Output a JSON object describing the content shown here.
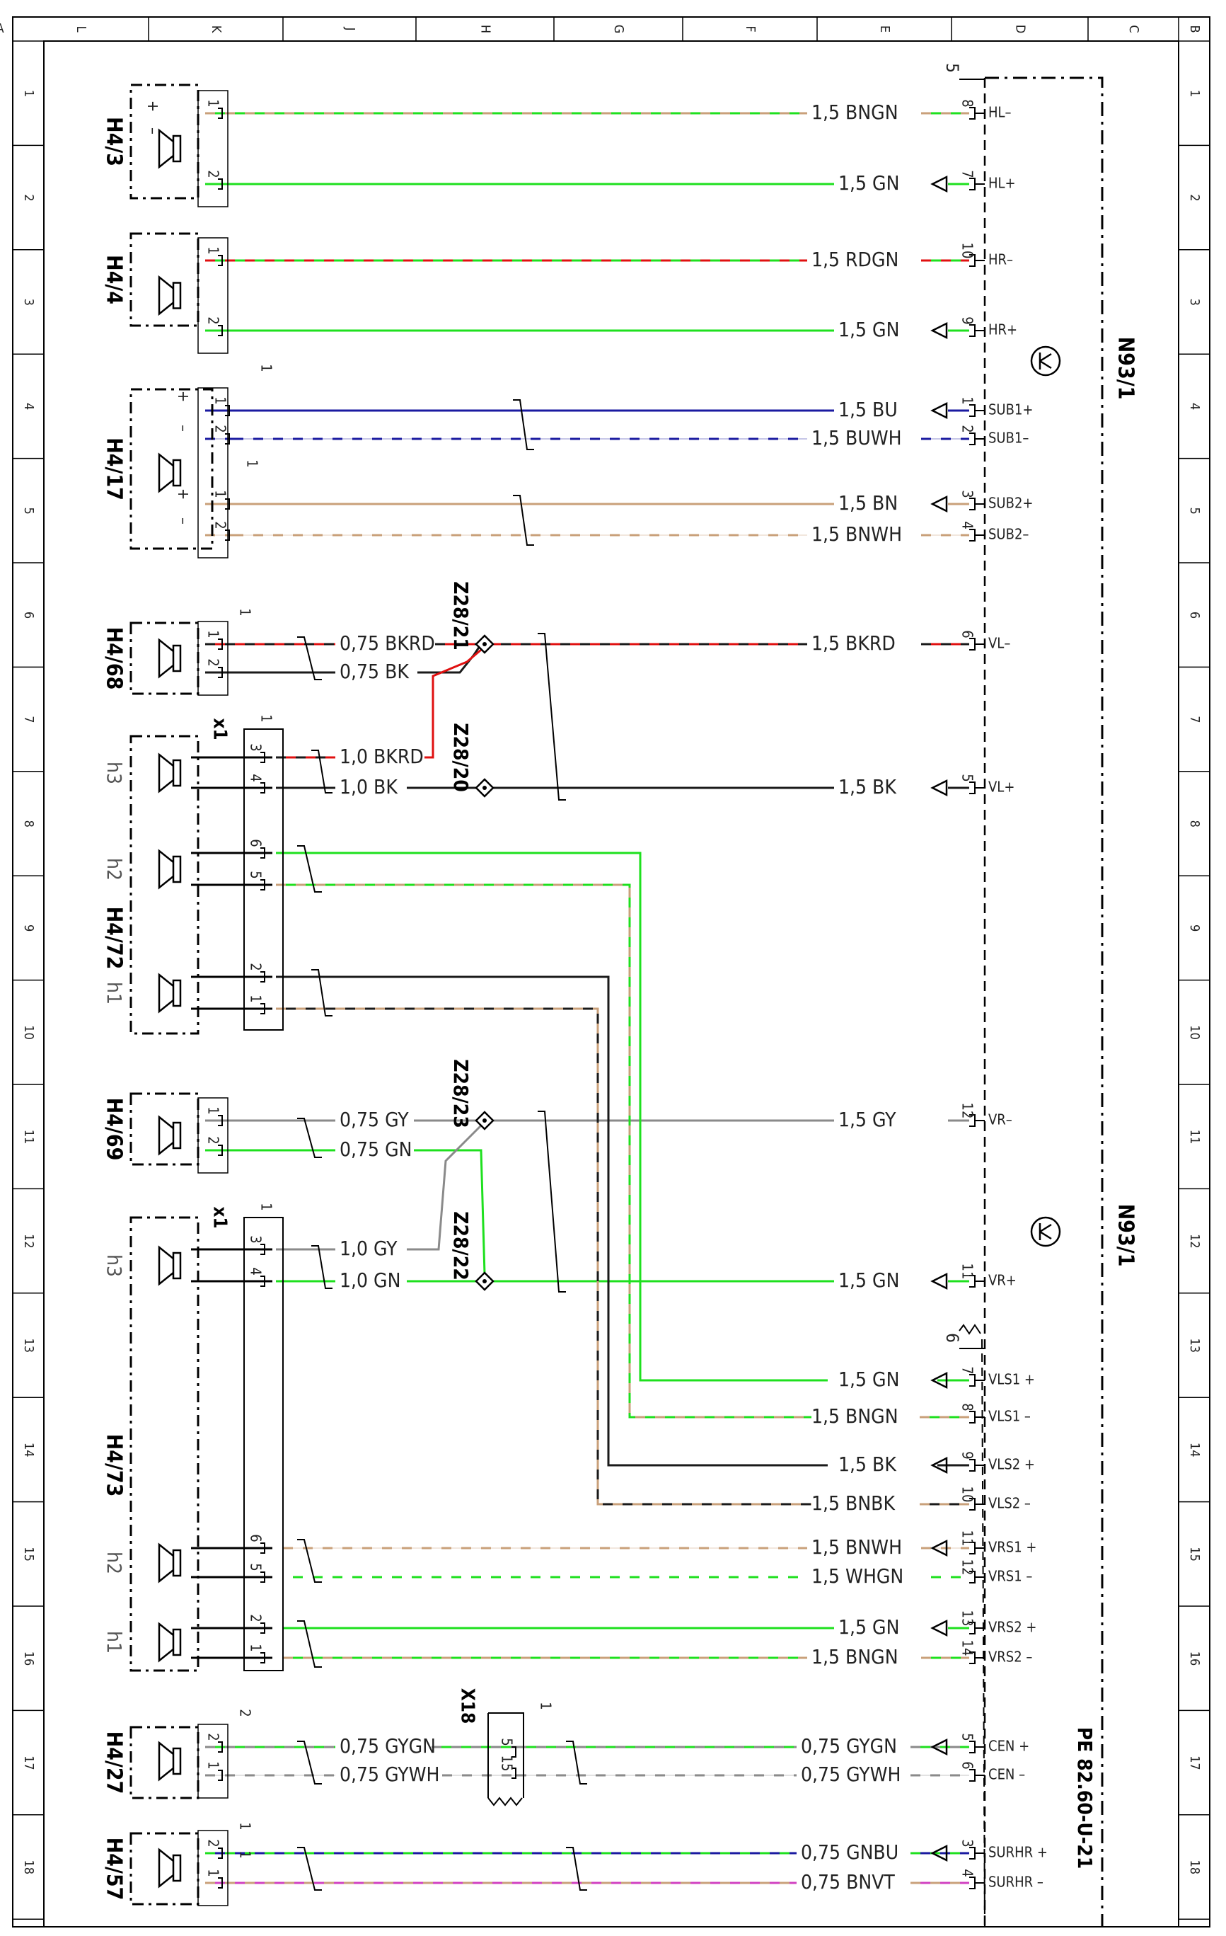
{
  "colors": {
    "BK": "#1a1a1a",
    "BN": "#c9a07a",
    "GN": "#1ee01e",
    "RD": "#e01010",
    "BU": "#1a1aa0",
    "GY": "#8a8a8a",
    "WH": "#ffffff",
    "VT": "#d040c0"
  },
  "frame": {
    "column_letters": [
      "L",
      "K",
      "J",
      "H",
      "G",
      "F",
      "E",
      "D",
      "C",
      "B",
      "A"
    ],
    "row_numbers": [
      "1",
      "2",
      "3",
      "4",
      "5",
      "6",
      "7",
      "8",
      "9",
      "10",
      "11",
      "12",
      "13",
      "14",
      "15",
      "16",
      "17",
      "18"
    ]
  },
  "control_unit": {
    "name_upper": "N93/1",
    "name_lower": "N93/1",
    "connector_upper": "5",
    "connector_lower": "6",
    "footer_ref": "PE 82.60-U-21",
    "pins": [
      {
        "pin": "8",
        "label": "HL–"
      },
      {
        "pin": "7",
        "label": "HL+"
      },
      {
        "pin": "10",
        "label": "HR–"
      },
      {
        "pin": "9",
        "label": "HR+"
      },
      {
        "pin": "1",
        "label": "SUB1+"
      },
      {
        "pin": "2",
        "label": "SUB1–"
      },
      {
        "pin": "3",
        "label": "SUB2+"
      },
      {
        "pin": "4",
        "label": "SUB2–"
      },
      {
        "pin": "6",
        "label": "VL–"
      },
      {
        "pin": "5",
        "label": "VL+"
      },
      {
        "pin": "12",
        "label": "VR–"
      },
      {
        "pin": "11",
        "label": "VR+"
      },
      {
        "pin": "7",
        "label": "VLS1 +"
      },
      {
        "pin": "8",
        "label": "VLS1 –"
      },
      {
        "pin": "9",
        "label": "VLS2 +"
      },
      {
        "pin": "10",
        "label": "VLS2 –"
      },
      {
        "pin": "11",
        "label": "VRS1 +"
      },
      {
        "pin": "12",
        "label": "VRS1 –"
      },
      {
        "pin": "13",
        "label": "VRS2 +"
      },
      {
        "pin": "14",
        "label": "VRS2 –"
      },
      {
        "pin": "5",
        "label": "CEN +"
      },
      {
        "pin": "6",
        "label": "CEN –"
      },
      {
        "pin": "3",
        "label": "SURHR +"
      },
      {
        "pin": "4",
        "label": "SURHR –"
      }
    ]
  },
  "components": [
    {
      "id": "H4/3"
    },
    {
      "id": "H4/4"
    },
    {
      "id": "H4/17"
    },
    {
      "id": "H4/68"
    },
    {
      "id": "H4/72"
    },
    {
      "id": "H4/69"
    },
    {
      "id": "H4/73"
    },
    {
      "id": "H4/27"
    },
    {
      "id": "H4/57"
    }
  ],
  "splices": [
    {
      "id": "Z28/21"
    },
    {
      "id": "Z28/20"
    },
    {
      "id": "Z28/23"
    },
    {
      "id": "Z28/22"
    }
  ],
  "connectors": [
    {
      "id": "x1"
    },
    {
      "id": "x1"
    },
    {
      "id": "X18"
    }
  ],
  "sub_speakers": [
    "h3",
    "h2",
    "h1",
    "h3",
    "h2",
    "h1"
  ],
  "wires": [
    {
      "label": "1,5 BNGN",
      "code": "BNGN"
    },
    {
      "label": "1,5 GN",
      "code": "GN"
    },
    {
      "label": "1,5 RDGN",
      "code": "RDGN"
    },
    {
      "label": "1,5 GN",
      "code": "GN"
    },
    {
      "label": "1,5 BU",
      "code": "BU"
    },
    {
      "label": "1,5 BUWH",
      "code": "BUWH"
    },
    {
      "label": "1,5 BN",
      "code": "BN"
    },
    {
      "label": "1,5 BNWH",
      "code": "BNWH"
    },
    {
      "label": "1,5 BKRD",
      "code": "BKRD"
    },
    {
      "label": "1,5 BK",
      "code": "BK"
    },
    {
      "label": "1,5 GY",
      "code": "GY"
    },
    {
      "label": "1,5 GN",
      "code": "GN"
    },
    {
      "label": "1,5 GN",
      "code": "GN"
    },
    {
      "label": "1,5 BNGN",
      "code": "BNGN"
    },
    {
      "label": "1,5 BK",
      "code": "BK"
    },
    {
      "label": "1,5 BNBK",
      "code": "BNBK"
    },
    {
      "label": "1,5 BNWH",
      "code": "BNWH"
    },
    {
      "label": "1,5 WHGN",
      "code": "WHGN"
    },
    {
      "label": "1,5 GN",
      "code": "GN"
    },
    {
      "label": "1,5 BNGN",
      "code": "BNGN"
    },
    {
      "label": "0,75 GYGN",
      "code": "GYGN"
    },
    {
      "label": "0,75 GYWH",
      "code": "GYWH"
    },
    {
      "label": "0,75 GNBU",
      "code": "GNBU"
    },
    {
      "label": "0,75 BNVT",
      "code": "BNVT"
    },
    {
      "label": "0,75 BKRD",
      "code": "BKRD"
    },
    {
      "label": "0,75 BK",
      "code": "BK"
    },
    {
      "label": "1,0 BKRD",
      "code": "BKRD"
    },
    {
      "label": "1,0 BK",
      "code": "BK"
    },
    {
      "label": "0,75 GY",
      "code": "GY"
    },
    {
      "label": "0,75 GN",
      "code": "GN"
    },
    {
      "label": "1,0 GY",
      "code": "GY"
    },
    {
      "label": "1,0 GN",
      "code": "GN"
    },
    {
      "label": "0,75 GYGN",
      "code": "GYGN"
    },
    {
      "label": "0,75 GYWH",
      "code": "GYWH"
    }
  ],
  "pin_numbers": {
    "H4_3": [
      "1",
      "2"
    ],
    "H4_4": [
      "1",
      "2"
    ],
    "H4_17": [
      "1",
      "2",
      "1",
      "2"
    ],
    "H4_68": [
      "1",
      "2"
    ],
    "H4_69": [
      "1",
      "2"
    ],
    "H4_27": [
      "2",
      "1"
    ],
    "H4_57": [
      "2",
      "1"
    ],
    "x1_upper": [
      "3",
      "4",
      "6",
      "5",
      "2",
      "1"
    ],
    "x1_lower": [
      "3",
      "4",
      "6",
      "5",
      "2",
      "1"
    ],
    "X18": [
      "5",
      "15"
    ],
    "misc": [
      "1",
      "1",
      "1",
      "2",
      "1",
      "1",
      "1",
      "1",
      "1"
    ]
  },
  "polarity": {
    "plus": "+",
    "minus": "–"
  }
}
